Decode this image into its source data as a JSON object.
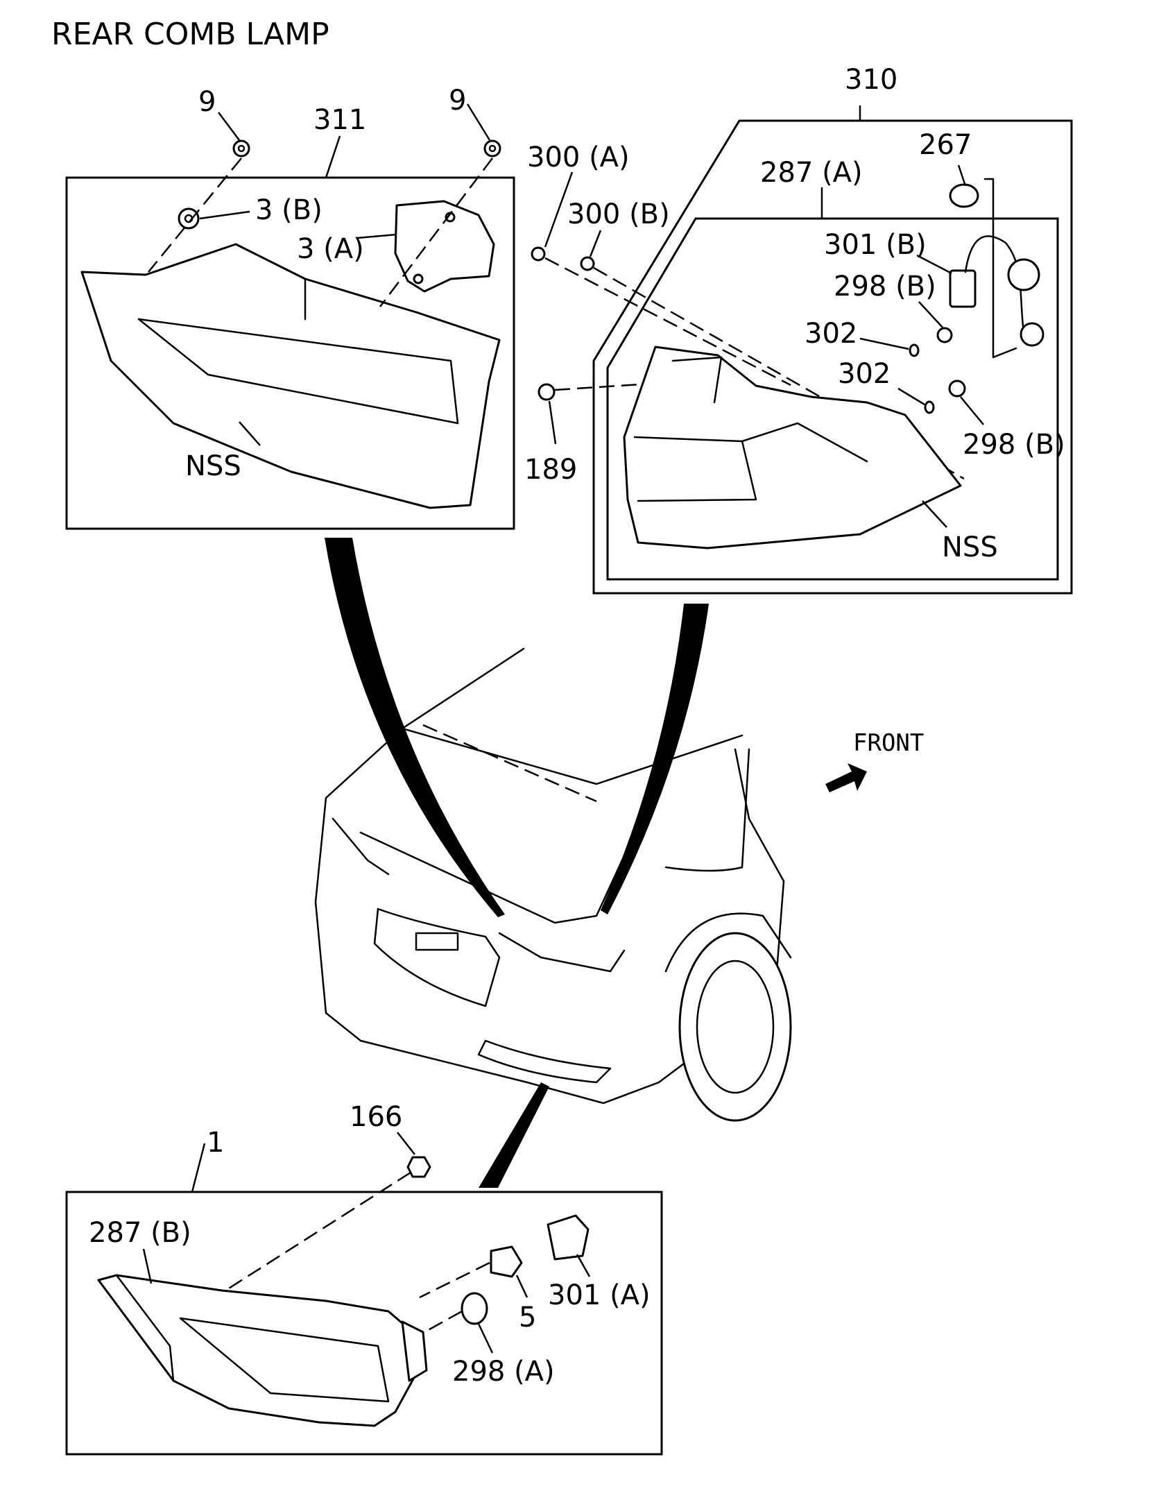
{
  "title": "REAR COMB LAMP",
  "direction_label": "FRONT",
  "labels": {
    "a311": "311",
    "a310": "310",
    "a1": "1",
    "a9_left": "9",
    "a9_right": "9",
    "a3b": "3 (B)",
    "a3a": "3 (A)",
    "nss_left": "NSS",
    "a300a": "300 (A)",
    "a300b": "300 (B)",
    "a189": "189",
    "a287a": "287 (A)",
    "a267": "267",
    "a301b": "301 (B)",
    "a298b_top": "298 (B)",
    "a302_top": "302",
    "a302_bottom": "302",
    "a298b_bottom": "298 (B)",
    "nss_right": "NSS",
    "a166": "166",
    "a287b": "287 (B)",
    "a301a": "301 (A)",
    "a5": "5",
    "a298a": "298 (A)"
  }
}
